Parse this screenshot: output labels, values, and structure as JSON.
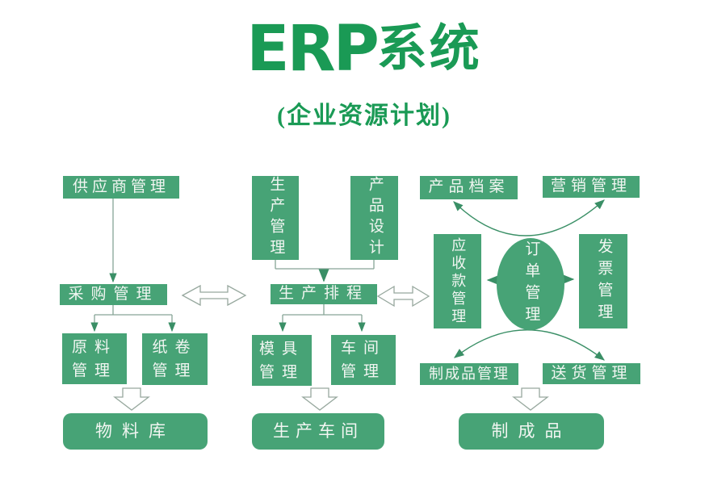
{
  "title": {
    "latin": "ERP",
    "cjk": "系统",
    "subtitle": "(企业资源计划)"
  },
  "nodes": {
    "supplier": "供应商管理",
    "purchasing": "采购管理",
    "raw_material": "原料管理",
    "paper_roll": "纸卷管理",
    "material_store": "物料库",
    "production_mgmt": "生产管理",
    "product_design": "产品设计",
    "production_scheduling": "生产排程",
    "mold_mgmt": "模具管理",
    "workshop_mgmt": "车间管理",
    "production_workshop": "生产车间",
    "product_archive": "产品档案",
    "marketing": "营销管理",
    "receivables": "应收款管理",
    "order_mgmt": "订单管理",
    "invoice": "发票管理",
    "finished_goods_mgmt": "制成品管理",
    "delivery": "送货管理",
    "finished_goods": "制成品"
  },
  "colors": {
    "title_green": "#1a9a55",
    "box_green": "#47a376",
    "box_text": "#f2f6f2",
    "line_grey": "#86a496",
    "arrow_green": "#3a8f66",
    "outline_grey": "#97a89e",
    "background": "#ffffff"
  }
}
